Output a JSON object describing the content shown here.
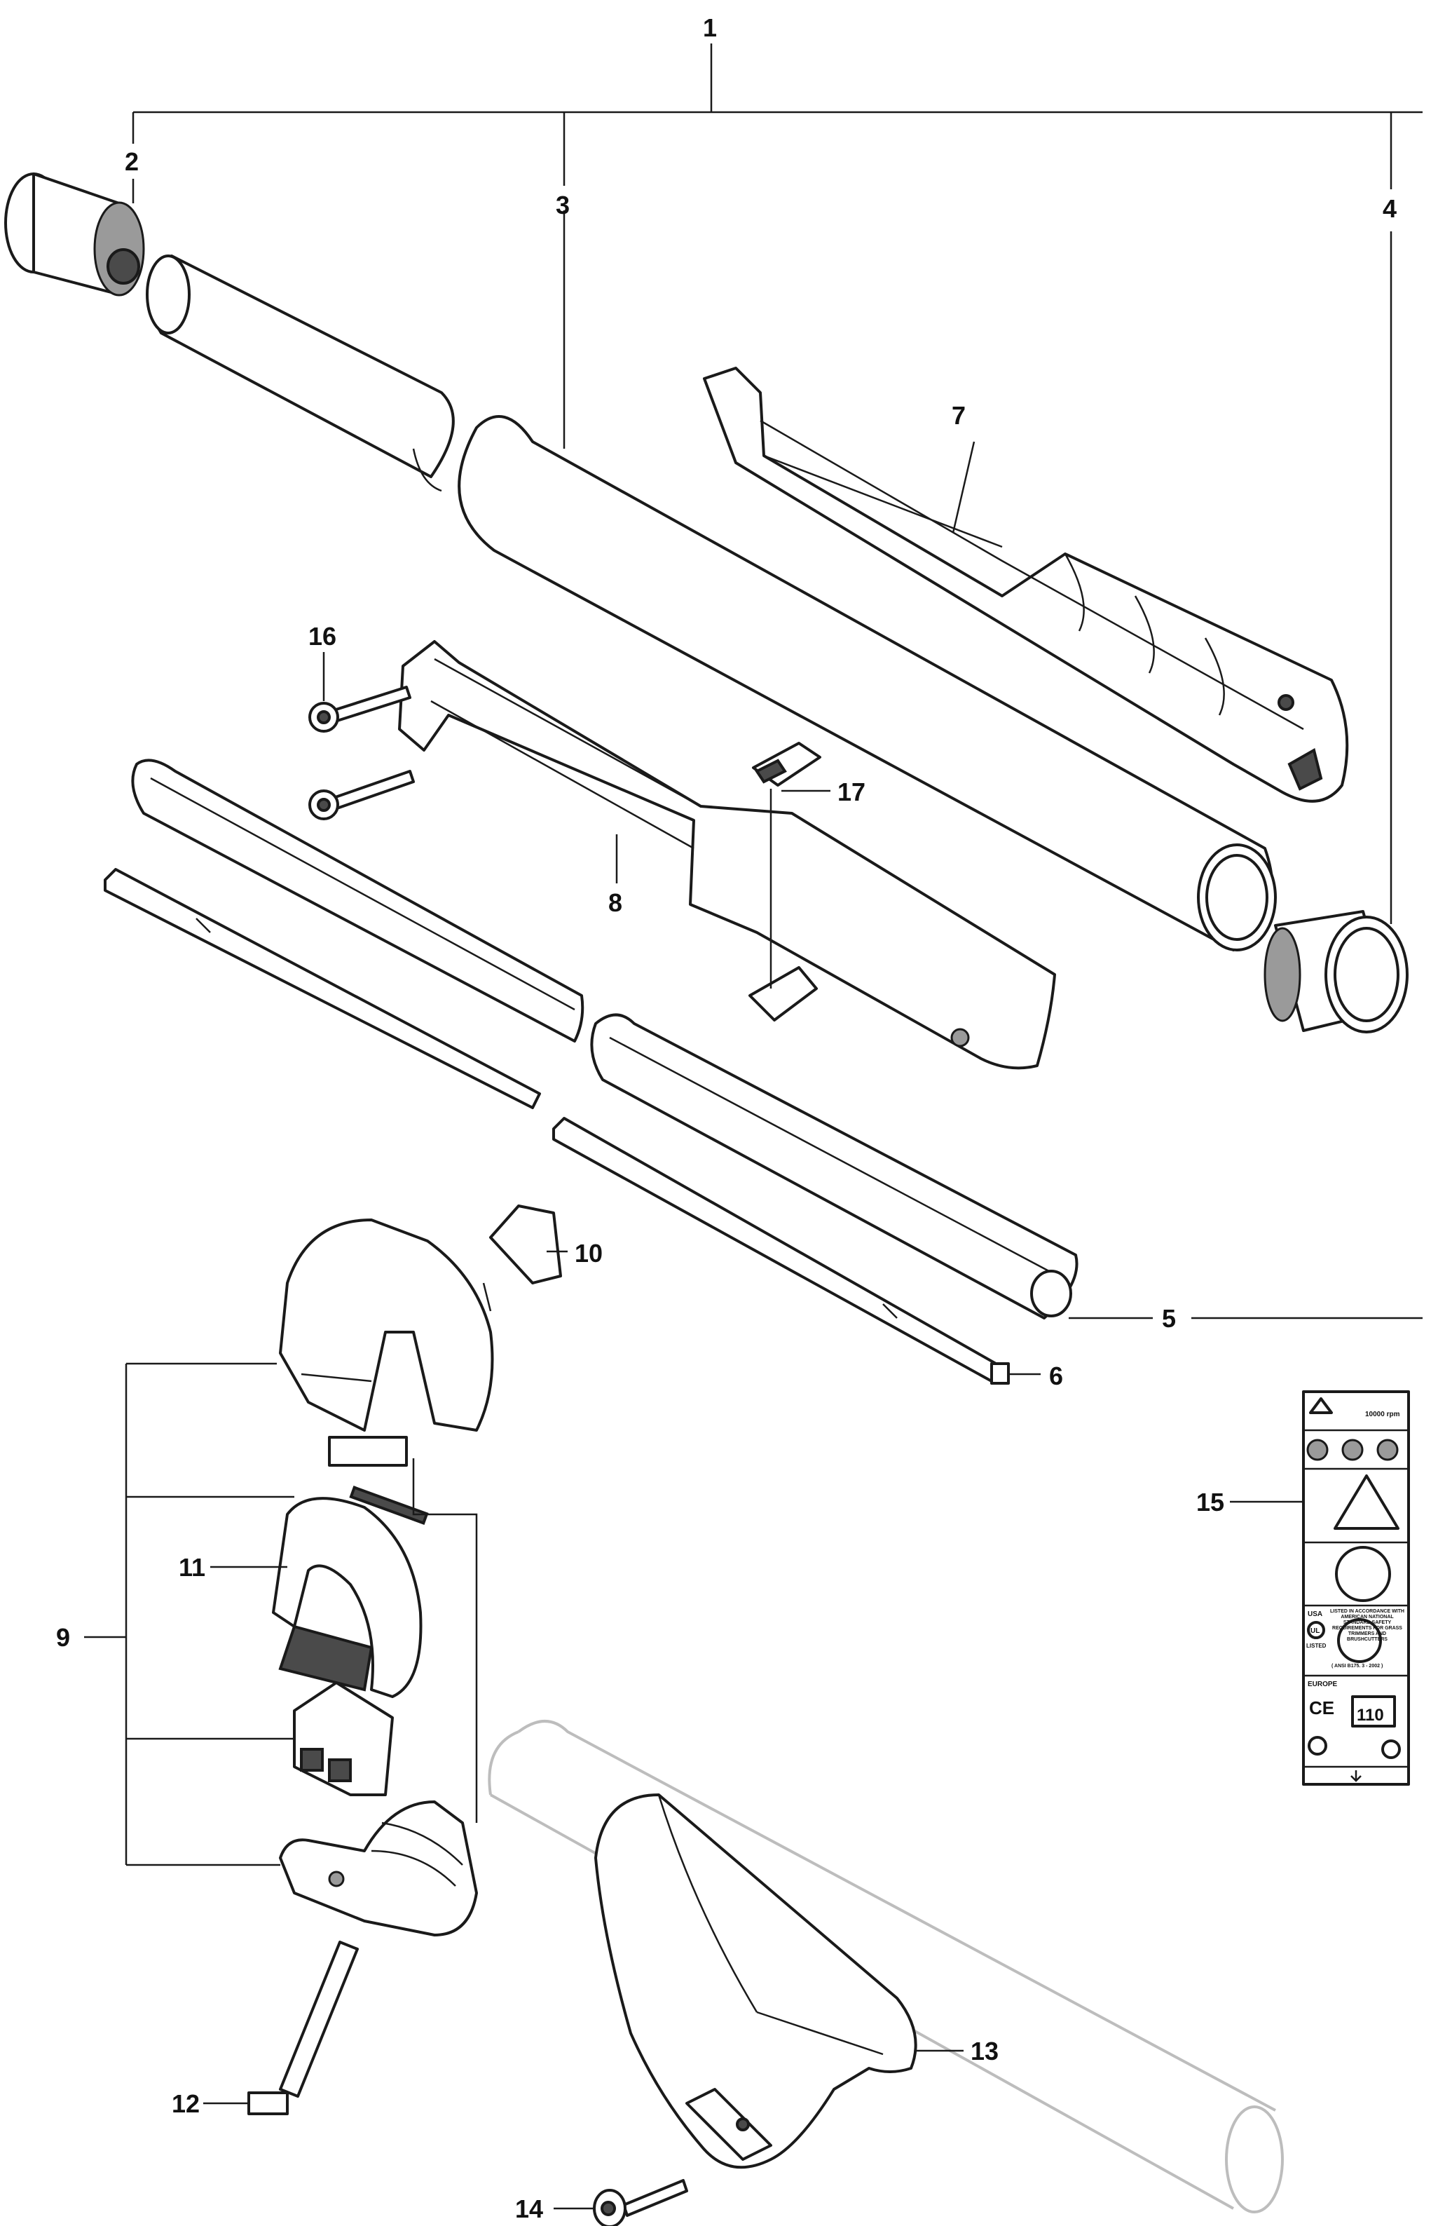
{
  "callouts": {
    "c1": "1",
    "c2": "2",
    "c3": "3",
    "c4": "4",
    "c5": "5",
    "c6": "6",
    "c7": "7",
    "c8": "8",
    "c9": "9",
    "c10": "10",
    "c11": "11",
    "c12": "12",
    "c13": "13",
    "c14": "14",
    "c15": "15",
    "c16": "16",
    "c17": "17"
  },
  "decal": {
    "usa_label": "USA",
    "listing_text": "LISTED IN ACCORDANCE WITH AMERICAN NATIONAL STANDARD SAFETY REQUIREMENTS FOR GRASS TRIMMERS AND BRUSHCUTTERS",
    "standard_ref": "( ANSI B175. 3 - 2002 )",
    "ul_label": "UL",
    "listed_label": "LISTED",
    "europe_label": "EUROPE",
    "ce_mark": "CE",
    "sound_level": "110",
    "rpm_text": "10000 rpm"
  }
}
